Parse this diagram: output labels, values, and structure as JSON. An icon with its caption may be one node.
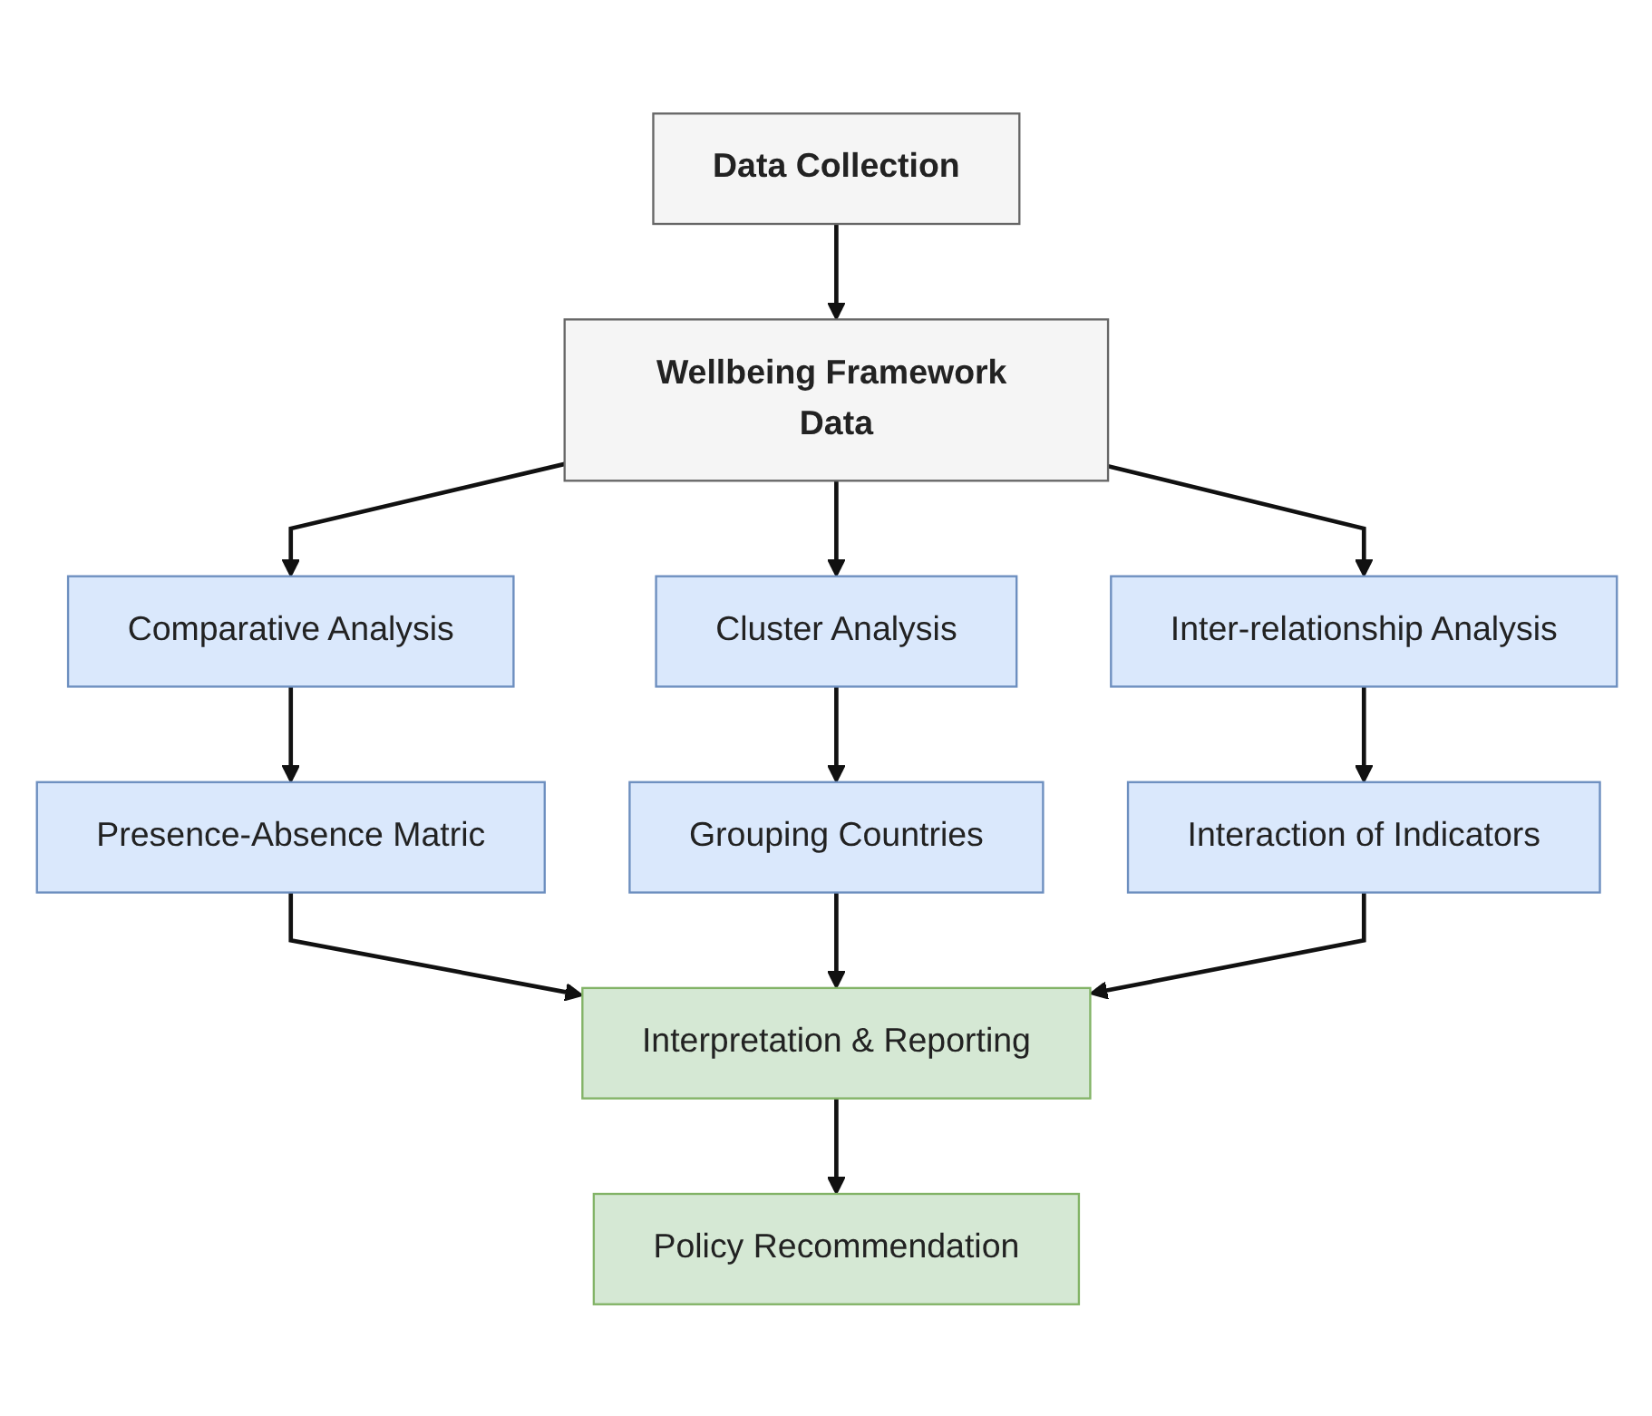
{
  "diagram": {
    "nodes": [
      {
        "text": [
          "Data Collection"
        ]
      },
      {
        "text": [
          "Wellbeing Framework Data"
        ]
      },
      {
        "text": [
          "Comparative Analysis"
        ]
      },
      {
        "text": [
          "Cluster Analysis"
        ]
      },
      {
        "text": [
          "Inter-relationship Analysis"
        ]
      },
      {
        "text": [
          "Presence-Absence Matric"
        ]
      },
      {
        "text": [
          "Grouping Countries"
        ]
      },
      {
        "text": [
          "Interaction of Indicators"
        ]
      },
      {
        "text": [
          "Interpretation & Reporting"
        ]
      },
      {
        "text": [
          "Policy Recommendation"
        ]
      }
    ],
    "edges": [
      {
        "from": 0,
        "to": 1,
        "arrow": "to"
      },
      {
        "from": 1,
        "to": 2,
        "arrow": "to"
      },
      {
        "from": 1,
        "to": 3,
        "arrow": "to"
      },
      {
        "from": 1,
        "to": 4,
        "arrow": "to"
      },
      {
        "from": 2,
        "to": 5,
        "arrow": "to"
      },
      {
        "from": 3,
        "to": 6,
        "arrow": "to"
      },
      {
        "from": 4,
        "to": 7,
        "arrow": "to"
      },
      {
        "from": 5,
        "to": 8,
        "arrow": "to"
      },
      {
        "from": 6,
        "to": 8,
        "arrow": "to"
      },
      {
        "from": 7,
        "to": 8,
        "arrow": "to"
      },
      {
        "from": 8,
        "to": 9,
        "arrow": "to"
      }
    ]
  }
}
